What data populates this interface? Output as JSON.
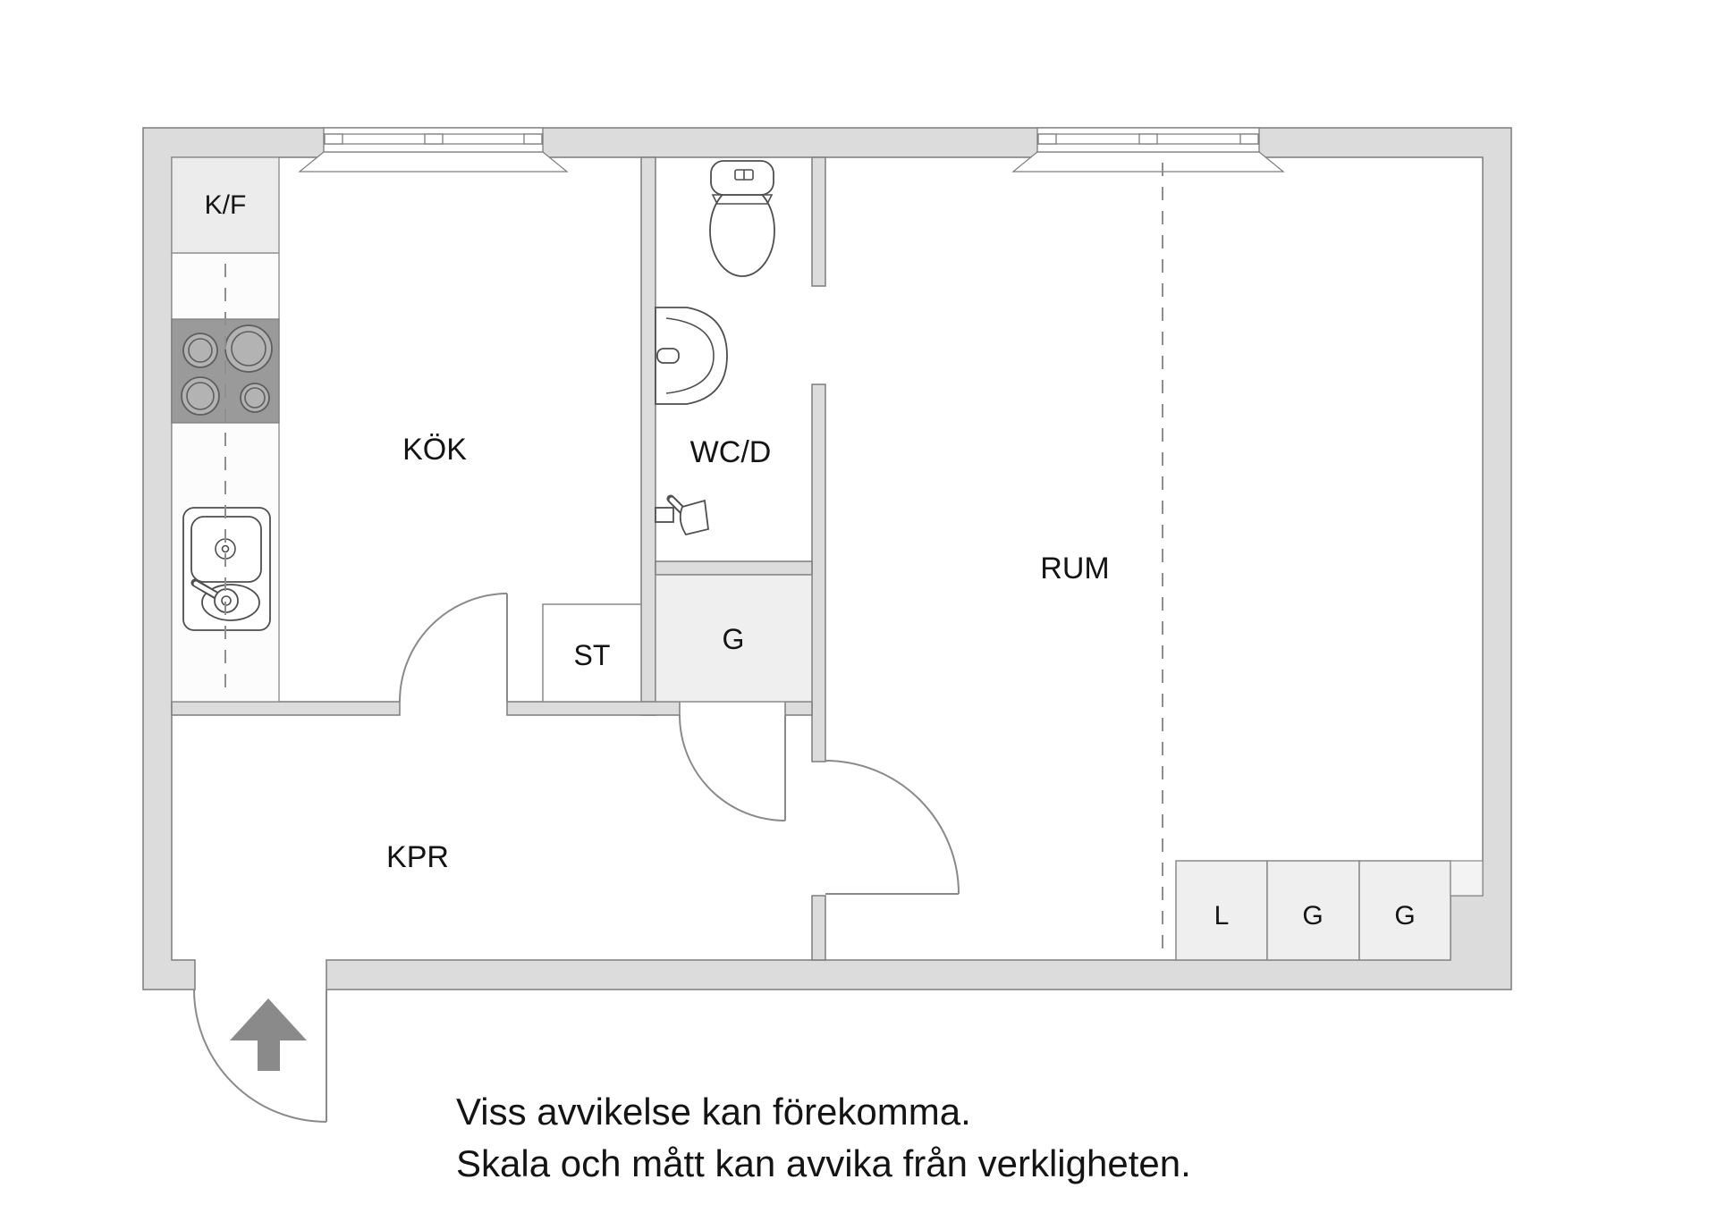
{
  "rooms": {
    "kitchen": "KÖK",
    "bathroom": "WC/D",
    "main_room": "RUM",
    "hallway": "KPR"
  },
  "units": {
    "fridge_freezer": "K/F",
    "cleaning_closet": "ST",
    "wardrobe_hall": "G",
    "linen_closet": "L",
    "wardrobe_room_1": "G",
    "wardrobe_room_2": "G"
  },
  "disclaimer": {
    "line1": "Viss avvikelse kan förekomma.",
    "line2": "Skala och mått kan avvika från verkligheten."
  },
  "icons": {
    "entry_arrow": "entry-direction-arrow",
    "toilet": "toilet-icon",
    "washbasin": "washbasin-icon",
    "shower": "shower-icon",
    "stove": "stove-icon",
    "sink": "kitchen-sink-icon"
  },
  "colors": {
    "wall-fill": "#dcdcdc",
    "wall-stroke": "#7d7d7d",
    "box-stroke": "#8a8a8a",
    "closet-fill": "#efefef",
    "filler-fill": "#f3f3f3",
    "counter-fill": "#fcfcfc",
    "kf-fill": "#ececec",
    "stove-fill": "#9a9a9a",
    "burner-fill": "#b3b3b3",
    "burner-stroke": "#5e5e5e",
    "line": "#4f4f4f",
    "door": "#8a8a8a",
    "dash": "#8f8f8f",
    "arrow-fill": "#8a8a8a",
    "text": "#141414"
  }
}
